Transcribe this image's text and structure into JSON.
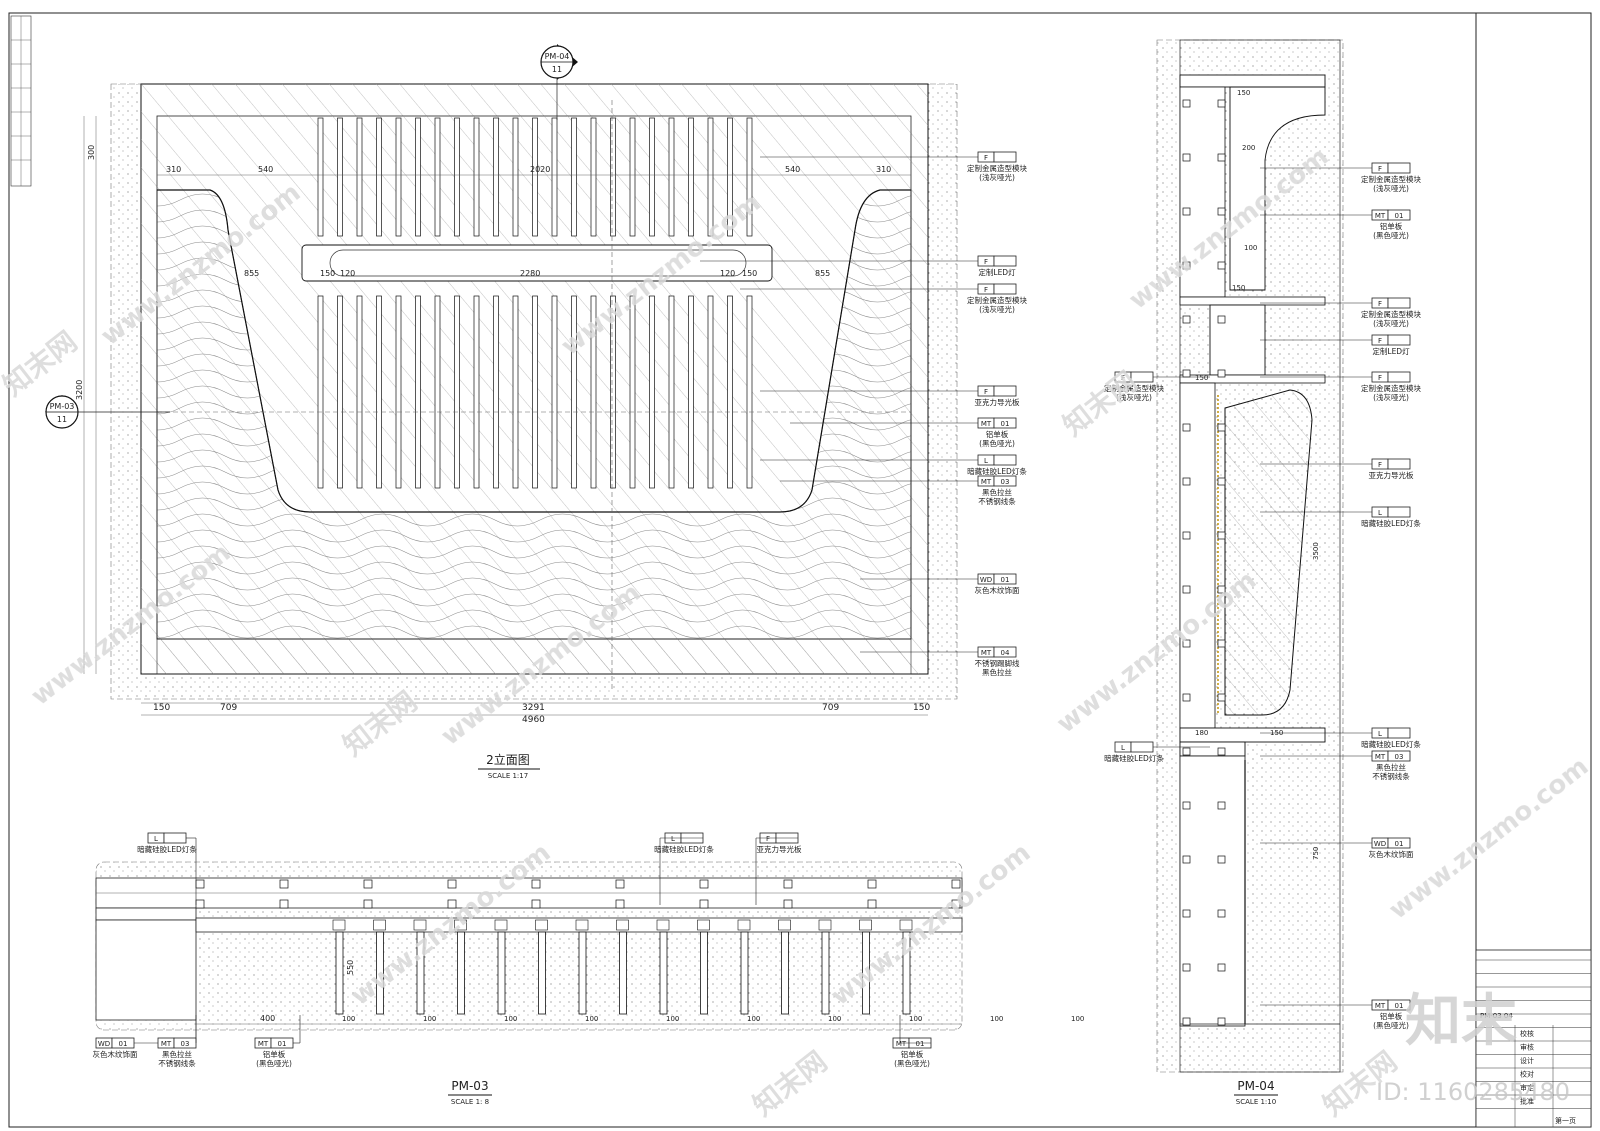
{
  "drawings": {
    "elevation": {
      "title": "2立面图",
      "scale": "SCALE 1:17",
      "marker_top": {
        "code": "PM-04",
        "sheet": "11"
      },
      "marker_left": {
        "code": "PM-03",
        "sheet": "11"
      },
      "dims_bottom": [
        "150",
        "709",
        "3291",
        "709",
        "150"
      ],
      "dims_total": "4960",
      "dims_top": [
        "310",
        "540",
        "2020",
        "540",
        "310"
      ],
      "dims_left": [
        "300",
        "3200"
      ],
      "dims_mid": [
        "855",
        "150",
        "120",
        "2280",
        "120",
        "150",
        "855"
      ]
    },
    "section_pm03": {
      "title": "PM-03",
      "scale": "SCALE 1: 8",
      "dims": [
        "400",
        "100",
        "100",
        "100",
        "100",
        "100",
        "100",
        "100",
        "100",
        "100",
        "100"
      ],
      "height": "550"
    },
    "section_pm04": {
      "title": "PM-04",
      "scale": "SCALE 1:10",
      "dims": [
        "150",
        "200",
        "100",
        "150",
        "150",
        "180",
        "150",
        "3500",
        "750"
      ]
    }
  },
  "callouts_elevation": [
    {
      "code": "F",
      "num": "",
      "lines": [
        "定制金属造型模块",
        "(浅灰哑光)"
      ]
    },
    {
      "code": "F",
      "num": "",
      "lines": [
        "定制LED灯"
      ]
    },
    {
      "code": "F",
      "num": "",
      "lines": [
        "定制金属造型模块",
        "(浅灰哑光)"
      ]
    },
    {
      "code": "F",
      "num": "",
      "lines": [
        "亚克力导光板"
      ]
    },
    {
      "code": "MT",
      "num": "01",
      "lines": [
        "铝单板",
        "(黑色哑光)"
      ]
    },
    {
      "code": "L",
      "num": "",
      "lines": [
        "暗藏硅胶LED灯条"
      ]
    },
    {
      "code": "MT",
      "num": "03",
      "lines": [
        "黑色拉丝",
        "不锈钢线条"
      ]
    },
    {
      "code": "WD",
      "num": "01",
      "lines": [
        "灰色木纹饰面"
      ]
    },
    {
      "code": "MT",
      "num": "04",
      "lines": [
        "不锈钢踢脚线",
        "黑色拉丝"
      ]
    }
  ],
  "callouts_pm04": [
    {
      "code": "F",
      "num": "",
      "lines": [
        "定制金属造型模块",
        "(浅灰哑光)"
      ]
    },
    {
      "code": "MT",
      "num": "01",
      "lines": [
        "铝单板",
        "(黑色哑光)"
      ]
    },
    {
      "code": "F",
      "num": "",
      "lines": [
        "定制金属造型模块",
        "(浅灰哑光)"
      ]
    },
    {
      "code": "F",
      "num": "",
      "lines": [
        "定制LED灯"
      ]
    },
    {
      "code": "F",
      "num": "",
      "lines": [
        "定制金属造型模块",
        "(浅灰哑光)"
      ]
    },
    {
      "code": "F",
      "num": "",
      "lines": [
        "亚克力导光板"
      ]
    },
    {
      "code": "L",
      "num": "",
      "lines": [
        "暗藏硅胶LED灯条"
      ]
    },
    {
      "code": "L",
      "num": "",
      "lines": [
        "暗藏硅胶LED灯条"
      ]
    },
    {
      "code": "MT",
      "num": "03",
      "lines": [
        "黑色拉丝",
        "不锈钢线条"
      ]
    },
    {
      "code": "WD",
      "num": "01",
      "lines": [
        "灰色木纹饰面"
      ]
    },
    {
      "code": "MT",
      "num": "01",
      "lines": [
        "铝单板",
        "(黑色哑光)"
      ]
    }
  ],
  "callouts_pm04_left": [
    {
      "code": "F",
      "num": "",
      "lines": [
        "定制金属造型模块",
        "(浅灰哑光)"
      ]
    },
    {
      "code": "L",
      "num": "",
      "lines": [
        "暗藏硅胶LED灯条"
      ]
    }
  ],
  "callouts_pm03": [
    {
      "code": "L",
      "num": "",
      "lines": [
        "暗藏硅胶LED灯条"
      ]
    },
    {
      "code": "L",
      "num": "",
      "lines": [
        "暗藏硅胶LED灯条"
      ]
    },
    {
      "code": "F",
      "num": "",
      "lines": [
        "亚克力导光板"
      ]
    },
    {
      "code": "WD",
      "num": "01",
      "lines": [
        "灰色木纹饰面"
      ]
    },
    {
      "code": "MT",
      "num": "03",
      "lines": [
        "黑色拉丝",
        "不锈钢线条"
      ]
    },
    {
      "code": "MT",
      "num": "01",
      "lines": [
        "铝单板",
        "(黑色哑光)"
      ]
    },
    {
      "code": "MT",
      "num": "01",
      "lines": [
        "铝单板",
        "(黑色哑光)"
      ]
    }
  ],
  "title_block": {
    "sheet_no": "PM-03 04",
    "page": "第一页",
    "roles": [
      "校核",
      "审核",
      "设计",
      "校对",
      "审定",
      "批准"
    ]
  },
  "watermark": {
    "brand": "知末网",
    "url": "www.znzmo.com",
    "logo": "知末",
    "id": "ID: 1160285480"
  }
}
